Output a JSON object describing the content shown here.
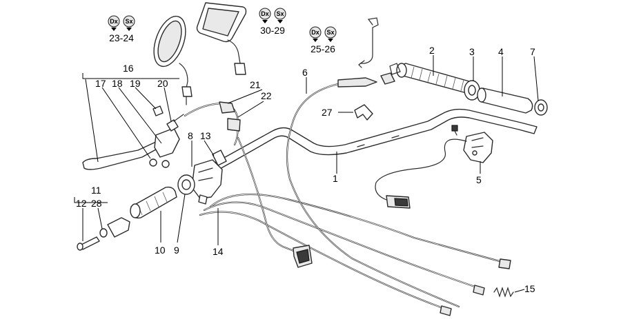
{
  "callouts": [
    {
      "id": "1",
      "text": "1"
    },
    {
      "id": "2",
      "text": "2"
    },
    {
      "id": "3",
      "text": "3"
    },
    {
      "id": "4",
      "text": "4"
    },
    {
      "id": "5",
      "text": "5"
    },
    {
      "id": "6",
      "text": "6"
    },
    {
      "id": "7",
      "text": "7"
    },
    {
      "id": "8",
      "text": "8"
    },
    {
      "id": "9",
      "text": "9"
    },
    {
      "id": "10",
      "text": "10"
    },
    {
      "id": "11",
      "text": "11"
    },
    {
      "id": "12",
      "text": "12"
    },
    {
      "id": "13",
      "text": "13"
    },
    {
      "id": "14",
      "text": "14"
    },
    {
      "id": "15",
      "text": "15"
    },
    {
      "id": "16",
      "text": "16"
    },
    {
      "id": "17",
      "text": "17"
    },
    {
      "id": "18",
      "text": "18"
    },
    {
      "id": "19",
      "text": "19"
    },
    {
      "id": "20",
      "text": "20"
    },
    {
      "id": "21",
      "text": "21"
    },
    {
      "id": "22",
      "text": "22"
    },
    {
      "id": "27",
      "text": "27"
    },
    {
      "id": "28",
      "text": "28"
    }
  ],
  "side_groups": [
    {
      "id": "mirror-round",
      "dx": "Dx",
      "sx": "Sx",
      "label": "23-24"
    },
    {
      "id": "mirror-rect",
      "dx": "Dx",
      "sx": "Sx",
      "label": "30-29"
    },
    {
      "id": "bracket",
      "dx": "Dx",
      "sx": "Sx",
      "label": "25-26"
    }
  ]
}
